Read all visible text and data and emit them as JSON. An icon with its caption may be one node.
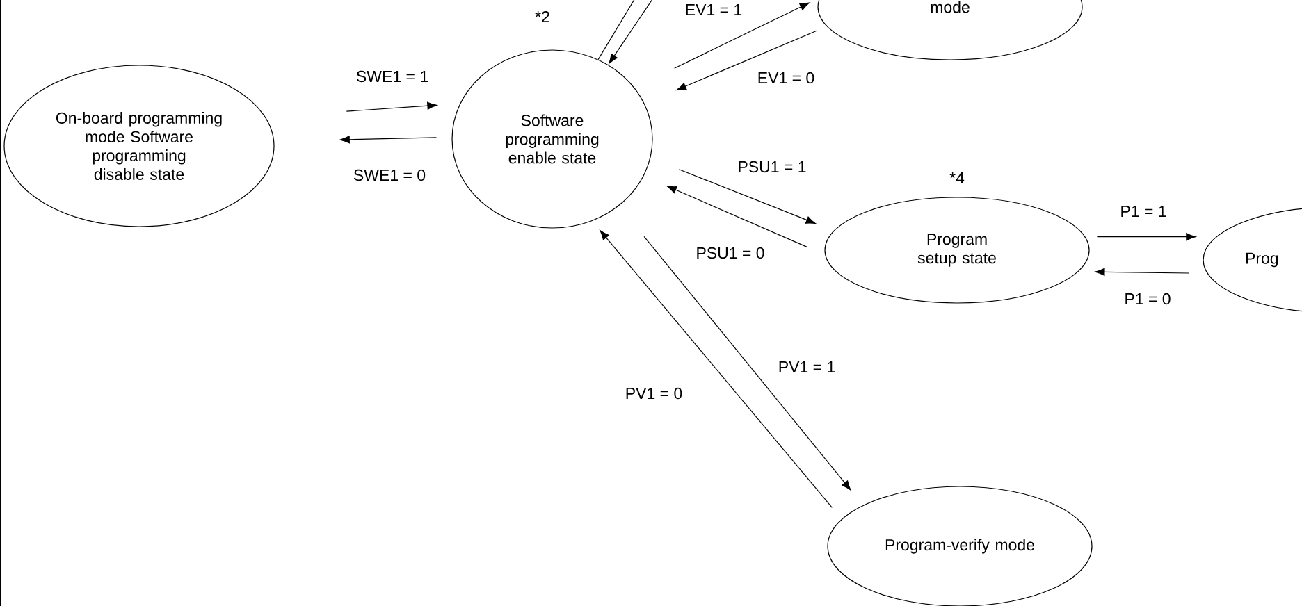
{
  "diagram": {
    "nodes": [
      {
        "text": [
          "On-board programming mode Software programming disable state"
        ]
      },
      {
        "text": [
          "Software programming enable state"
        ],
        "beside": [
          "*2"
        ]
      },
      {
        "text": [
          "mode"
        ]
      },
      {
        "text": [
          "Program setup state"
        ],
        "beside": [
          "*4"
        ]
      },
      {
        "text": [
          "Prog"
        ]
      },
      {
        "text": [
          "Program-verify mode"
        ]
      }
    ],
    "edges": [
      {
        "from": 0,
        "to": 1,
        "arrow": "to",
        "label": "SWE1 = 1"
      },
      {
        "from": 1,
        "to": 0,
        "arrow": "to",
        "label": "SWE1 = 0"
      },
      {
        "from": 1,
        "to": null,
        "arrow": "none"
      },
      {
        "from": null,
        "to": 1,
        "arrow": "to"
      },
      {
        "from": 1,
        "to": 2,
        "arrow": "to",
        "label": "EV1 = 1"
      },
      {
        "from": 2,
        "to": 1,
        "arrow": "to",
        "label": "EV1 = 0"
      },
      {
        "from": 1,
        "to": 3,
        "arrow": "to",
        "label": "PSU1 = 1"
      },
      {
        "from": 3,
        "to": 1,
        "arrow": "to",
        "label": "PSU1 = 0"
      },
      {
        "from": 3,
        "to": 4,
        "arrow": "to",
        "label": "P1 = 1"
      },
      {
        "from": 4,
        "to": 3,
        "arrow": "to",
        "label": "P1 = 0"
      },
      {
        "from": 1,
        "to": 5,
        "arrow": "to",
        "label": "PV1 = 1"
      },
      {
        "from": 5,
        "to": 1,
        "arrow": "to",
        "label": "PV1 = 0"
      }
    ]
  }
}
